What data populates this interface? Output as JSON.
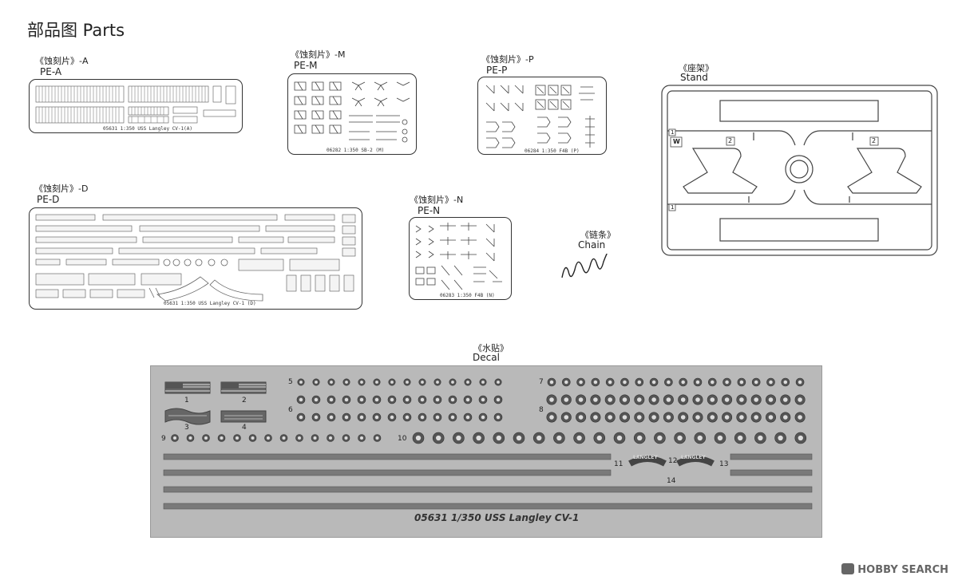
{
  "page": {
    "title": "部品图 Parts"
  },
  "parts": {
    "pe_a": {
      "cn": "《蚀刻片》-A",
      "en": "PE-A",
      "code": "05631 1:350 USS Langley CV-1(A)"
    },
    "pe_m": {
      "cn": "《蚀刻片》-M",
      "en": "PE-M",
      "code": "06282 1:350 SB-2 (M)"
    },
    "pe_p": {
      "cn": "《蚀刻片》-P",
      "en": "PE-P",
      "code": "06284 1:350 F4B (P)"
    },
    "stand": {
      "cn": "《座架》",
      "en": "Stand",
      "labels": [
        "1",
        "2",
        "W",
        "2",
        "1"
      ]
    },
    "pe_d": {
      "cn": "《蚀刻片》-D",
      "en": "PE-D",
      "code": "05631 1:350 USS Langley CV-1 (D)"
    },
    "pe_n": {
      "cn": "《蚀刻片》-N",
      "en": "PE-N",
      "code": "06283 1:350 F4B (N)"
    },
    "chain": {
      "cn": "《链条》",
      "en": "Chain"
    }
  },
  "decal": {
    "cn": "《水贴》",
    "en": "Decal",
    "numbers": [
      "1",
      "2",
      "3",
      "4",
      "5",
      "6",
      "7",
      "8",
      "9",
      "10",
      "11",
      "12",
      "13",
      "14"
    ],
    "langley_text": "LANGLEY",
    "sheet_title": "05631 1/350 USS Langley CV-1"
  },
  "watermark": {
    "text": "HOBBY SEARCH"
  }
}
